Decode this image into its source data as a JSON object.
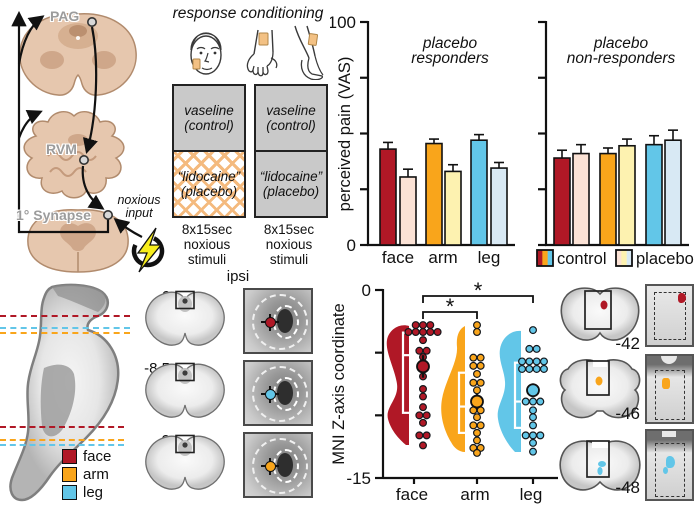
{
  "colors": {
    "face": "#b01826",
    "arm": "#f9a51b",
    "leg": "#62c6e8"
  },
  "palette": {
    "control": [
      "#b01826",
      "#f9a51b",
      "#62c6e8"
    ],
    "placebo": [
      "#fbe2d5",
      "#fdf2b0",
      "#d8e9f4"
    ]
  },
  "pathway": {
    "pag": "PAG",
    "rvm": "RVM",
    "synapse": "1° Synapse",
    "noxious": "noxious\ninput"
  },
  "conditioning": {
    "title": "response conditioning",
    "left_box": {
      "top": "vaseline\n(control)",
      "bottom": "“lidocaine”\n(placebo)",
      "caption": "8x15sec\nnoxious\nstimuli"
    },
    "right_box": {
      "top": "vaseline\n(control)",
      "bottom": "“lidocaine”\n(placebo)",
      "caption": "8x15sec\nnoxious\nstimuli"
    }
  },
  "chart_data": [
    {
      "type": "bar",
      "title": "placebo\nresponders",
      "ylabel": "perceived pain (VAS)",
      "ylim": [
        0,
        100
      ],
      "yticks": [
        0,
        25,
        50,
        75,
        100
      ],
      "ytick_labels": [
        "0",
        "",
        "",
        "",
        "100"
      ],
      "categories": [
        "face",
        "arm",
        "leg"
      ],
      "series": [
        {
          "name": "control",
          "values": [
            43,
            45.5,
            47
          ],
          "errors": [
            3,
            2,
            2.5
          ]
        },
        {
          "name": "placebo",
          "values": [
            30.5,
            33,
            34.5
          ],
          "errors": [
            3.5,
            3,
            2.5
          ]
        }
      ]
    },
    {
      "type": "bar",
      "title": "placebo\nnon-responders",
      "ylabel": "",
      "ylim": [
        0,
        100
      ],
      "yticks": [
        0,
        25,
        50,
        75,
        100
      ],
      "ytick_labels": [
        "",
        "",
        "",
        "",
        ""
      ],
      "categories": [
        "face",
        "arm",
        "leg"
      ],
      "series": [
        {
          "name": "control",
          "values": [
            39,
            41,
            45
          ],
          "errors": [
            3.5,
            2.5,
            4
          ]
        },
        {
          "name": "placebo",
          "values": [
            41,
            44.5,
            47
          ],
          "errors": [
            4,
            3,
            4.5
          ]
        }
      ]
    },
    {
      "type": "violin-scatter",
      "title": "",
      "ylabel": "MNI Z-axis coordinate",
      "ylim": [
        -15,
        0
      ],
      "yticks": [
        0,
        -5,
        -10,
        -15
      ],
      "ytick_labels": [
        "0",
        "",
        "",
        "-15"
      ],
      "categories": [
        "face",
        "arm",
        "leg"
      ],
      "groups": [
        {
          "name": "face",
          "mean": -6.1,
          "sem": 0.9,
          "box": [
            -3.4,
            -9.8
          ],
          "median": -5.2,
          "points": [
            -2.8,
            -2.8,
            -2.8,
            -3.35,
            -3.35,
            -3.35,
            -3.35,
            -3.35,
            -4.0,
            -4.85,
            -4.85,
            -5.35,
            -6.9,
            -7.9,
            -8.5,
            -9.35,
            -10.0,
            -10.0,
            -10.6,
            -11.6,
            -11.6,
            -12.4
          ]
        },
        {
          "name": "arm",
          "mean": -8.9,
          "sem": 0.6,
          "box": [
            -6.6,
            -11.4
          ],
          "median": -9.3,
          "points": [
            -2.8,
            -3.35,
            -5.4,
            -5.4,
            -6.05,
            -6.05,
            -6.7,
            -7.4,
            -7.4,
            -8.0,
            -9.6,
            -9.6,
            -10.15,
            -10.8,
            -10.8,
            -11.4,
            -12.0,
            -12.6,
            -12.6,
            -13.0
          ]
        },
        {
          "name": "leg",
          "mean": -8.0,
          "sem": 0.55,
          "box": [
            -5.8,
            -11.0
          ],
          "median": -8.9,
          "points": [
            -3.2,
            -4.7,
            -4.7,
            -5.7,
            -5.7,
            -5.7,
            -5.7,
            -6.3,
            -6.3,
            -6.3,
            -6.3,
            -8.9,
            -8.9,
            -8.9,
            -9.6,
            -10.15,
            -10.8,
            -11.6,
            -11.6,
            -11.6,
            -12.2,
            -12.9
          ]
        }
      ],
      "comparisons": [
        {
          "a": "face",
          "b": "arm",
          "label": "*"
        },
        {
          "a": "face",
          "b": "leg",
          "label": "*"
        }
      ]
    }
  ],
  "ipsi": {
    "title": "ipsi",
    "rows": [
      {
        "label": "-6",
        "color": "face"
      },
      {
        "label": "-8.5",
        "color": "leg"
      },
      {
        "label": "-9",
        "color": "arm"
      }
    ]
  },
  "sagittal": {
    "slice_lines_top": [
      "face",
      "leg",
      "arm"
    ],
    "slice_lines_bottom": [
      "face",
      "arm",
      "leg"
    ],
    "legend": [
      {
        "label": "face",
        "color": "face"
      },
      {
        "label": "arm",
        "color": "arm"
      },
      {
        "label": "leg",
        "color": "leg"
      }
    ]
  },
  "zslices": {
    "rows": [
      {
        "label": "-42",
        "color": "face"
      },
      {
        "label": "-46",
        "color": "arm"
      },
      {
        "label": "-48",
        "color": "leg"
      }
    ]
  }
}
